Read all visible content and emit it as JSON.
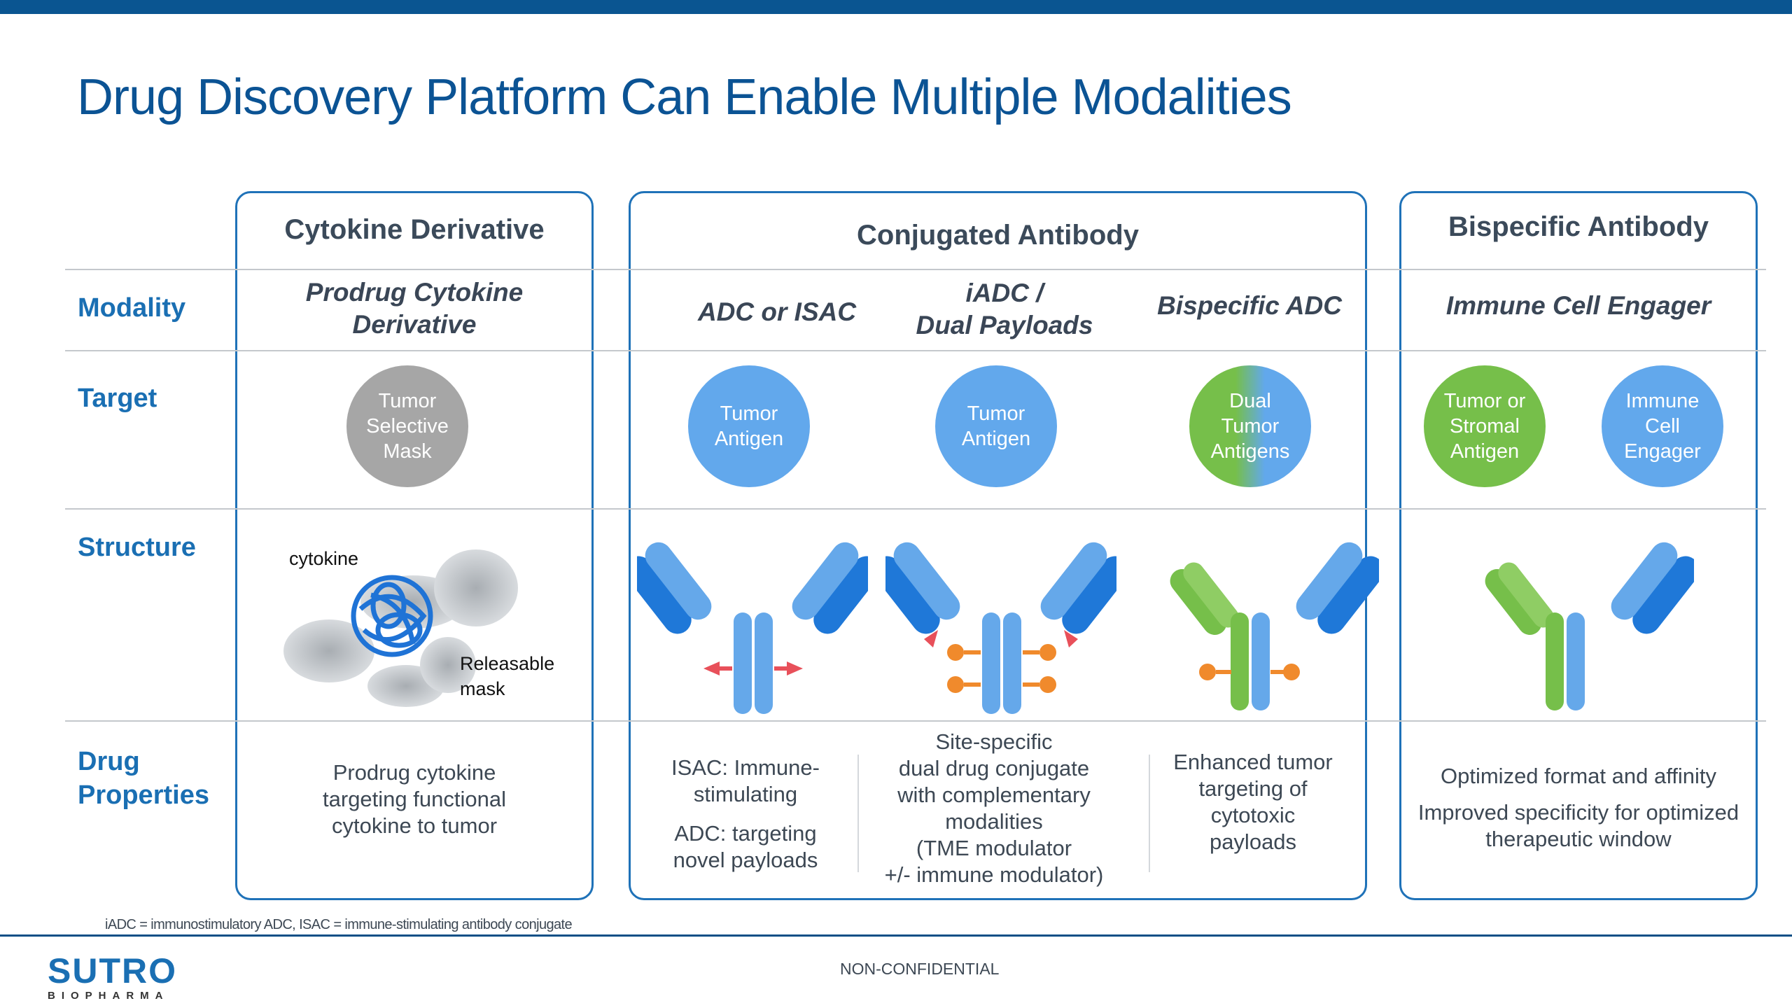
{
  "slide": {
    "title": "Drug Discovery Platform Can Enable Multiple Modalities",
    "accent_color": "#0a5591"
  },
  "row_labels": {
    "modality": "Modality",
    "target": "Target",
    "structure": "Structure",
    "drug_properties_1": "Drug",
    "drug_properties_2": "Properties"
  },
  "groups": [
    {
      "header": "Cytokine Derivative"
    },
    {
      "header": "Conjugated Antibody"
    },
    {
      "header": "Bispecific Antibody"
    }
  ],
  "columns": [
    {
      "modality": [
        "Prodrug Cytokine",
        "Derivative"
      ],
      "targets": [
        {
          "lines": [
            "Tumor",
            "Selective",
            "Mask"
          ],
          "color": "#a6a6a6"
        }
      ],
      "structure_labels": {
        "cytokine": "cytokine",
        "mask_1": "Releasable",
        "mask_2": "mask"
      },
      "properties": [
        "Prodrug cytokine",
        "targeting functional",
        "cytokine to tumor"
      ]
    },
    {
      "modality": [
        "ADC or ISAC"
      ],
      "targets": [
        {
          "lines": [
            "Tumor",
            "Antigen"
          ],
          "color": "#62a8ec"
        }
      ],
      "properties": [
        "ISAC: Immune-",
        "stimulating",
        "",
        "ADC: targeting",
        "novel payloads"
      ]
    },
    {
      "modality": [
        "iADC /",
        "Dual Payloads"
      ],
      "targets": [
        {
          "lines": [
            "Tumor",
            "Antigen"
          ],
          "color": "#62a8ec"
        }
      ],
      "properties": [
        "Site-specific",
        "dual drug conjugate",
        "with complementary",
        "modalities",
        "(TME modulator",
        "+/- immune modulator)"
      ]
    },
    {
      "modality": [
        "Bispecific ADC"
      ],
      "targets": [
        {
          "lines": [
            "Dual",
            "Tumor",
            "Antigens"
          ],
          "color": "gradient-green-blue"
        }
      ],
      "properties": [
        "Enhanced tumor",
        "targeting of",
        "cytotoxic",
        "payloads"
      ]
    },
    {
      "modality": [
        "Immune Cell Engager"
      ],
      "targets": [
        {
          "lines": [
            "Tumor or",
            "Stromal",
            "Antigen"
          ],
          "color": "#76bf4a"
        },
        {
          "lines": [
            "Immune",
            "Cell",
            "Engager"
          ],
          "color": "#62a8ec"
        }
      ],
      "properties": [
        "Optimized format and affinity",
        "",
        "Improved specificity for optimized",
        "therapeutic window"
      ]
    }
  ],
  "footer": {
    "footnote": "iADC = immunostimulatory ADC, ISAC = immune-stimulating antibody conjugate",
    "classification": "NON-CONFIDENTIAL",
    "logo_main": "SUTRO",
    "logo_sub": "BIOPHARMA"
  }
}
